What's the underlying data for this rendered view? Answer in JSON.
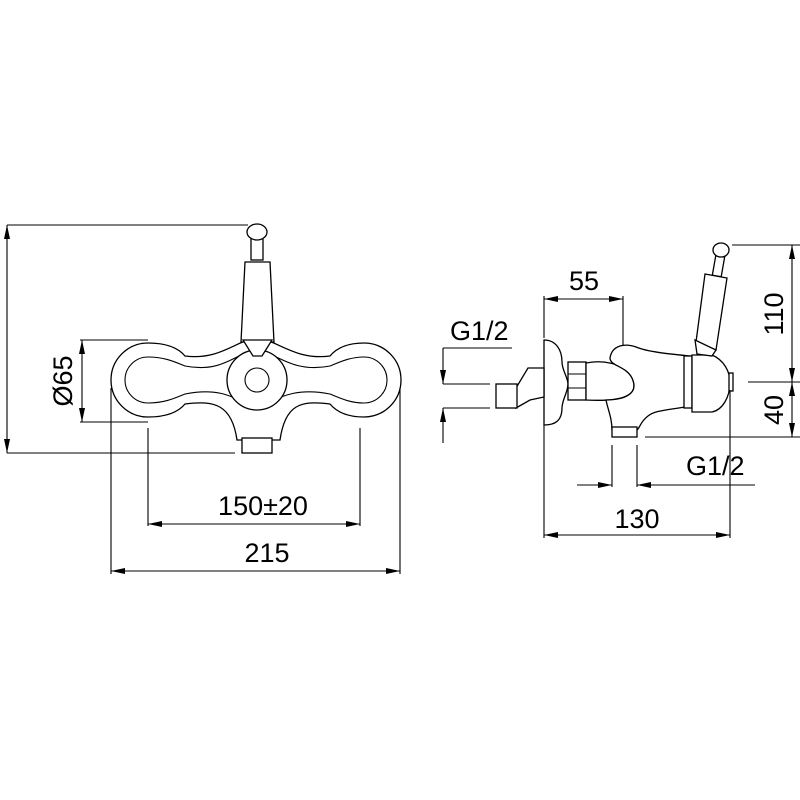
{
  "front_view": {
    "diameter_label": "Ø65",
    "center_distance_label": "150±20",
    "overall_width_label": "215"
  },
  "side_view": {
    "depth_label": "55",
    "inlet_thread_label": "G1/2",
    "height_above_label": "110",
    "height_below_label": "40",
    "outlet_thread_label": "G1/2",
    "overall_depth_label": "130"
  },
  "colors": {
    "line": "#000000",
    "background": "#ffffff"
  }
}
